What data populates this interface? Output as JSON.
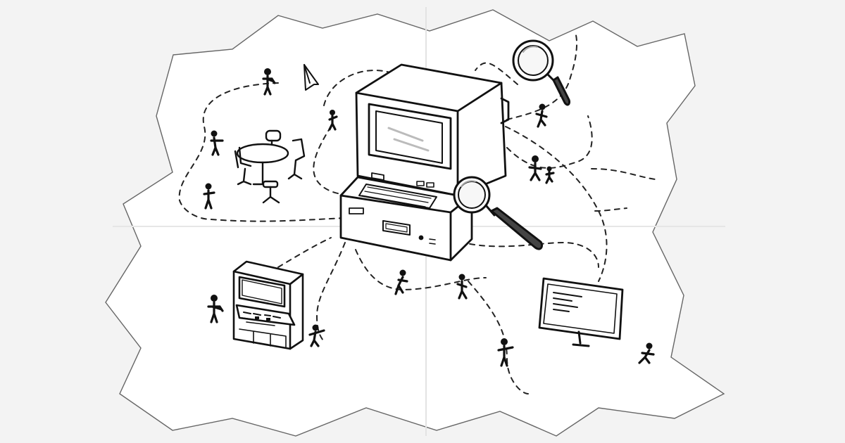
{
  "scene": {
    "icons": [
      "folded-paper-map",
      "retro-computer",
      "magnifying-glass",
      "meeting-table",
      "arcade-cabinet",
      "modern-monitor",
      "paper-airplane",
      "walking-person"
    ]
  },
  "colors": {
    "background": "#f3f3f3",
    "paper": "#ffffff",
    "ink": "#111111",
    "shade": "#d9d9d9"
  }
}
